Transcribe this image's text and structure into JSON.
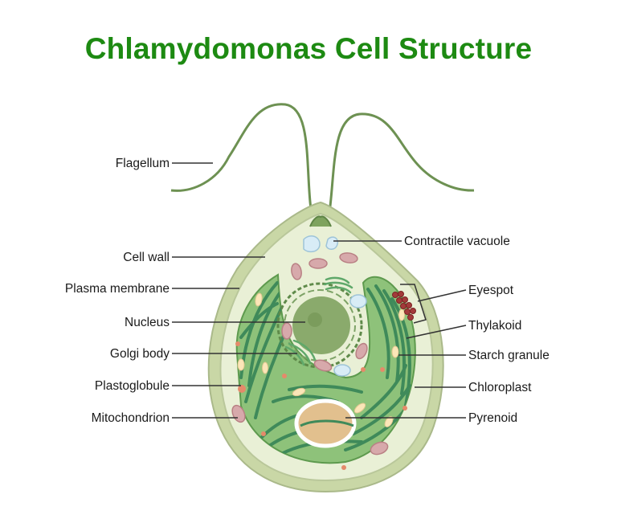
{
  "title": "Chlamydomonas Cell Structure",
  "labels": {
    "flagellum": "Flagellum",
    "cell_wall": "Cell wall",
    "plasma_membrane": "Plasma membrane",
    "nucleus": "Nucleus",
    "golgi_body": "Golgi body",
    "plastoglobule": "Plastoglobule",
    "mitochondrion": "Mitochondrion",
    "contractile_vacuole": "Contractile vacuole",
    "eyespot": "Eyespot",
    "thylakoid": "Thylakoid",
    "starch_granule": "Starch granule",
    "chloroplast": "Chloroplast",
    "pyrenoid": "Pyrenoid"
  },
  "colors": {
    "title": "#1d8a12",
    "cell_wall": "#c9d7a6",
    "cytoplasm": "#e9f0d6",
    "chloroplast": "#8ec27a",
    "thylakoid": "#3f8a5a",
    "nucleus": "#8aaa6c",
    "pyrenoid": "#e2c08e",
    "eyespot": "#a33a3a",
    "mitochondrion": "#d7a9ab",
    "vacuole": "#d8ecf6",
    "leader_line": "#333333"
  }
}
